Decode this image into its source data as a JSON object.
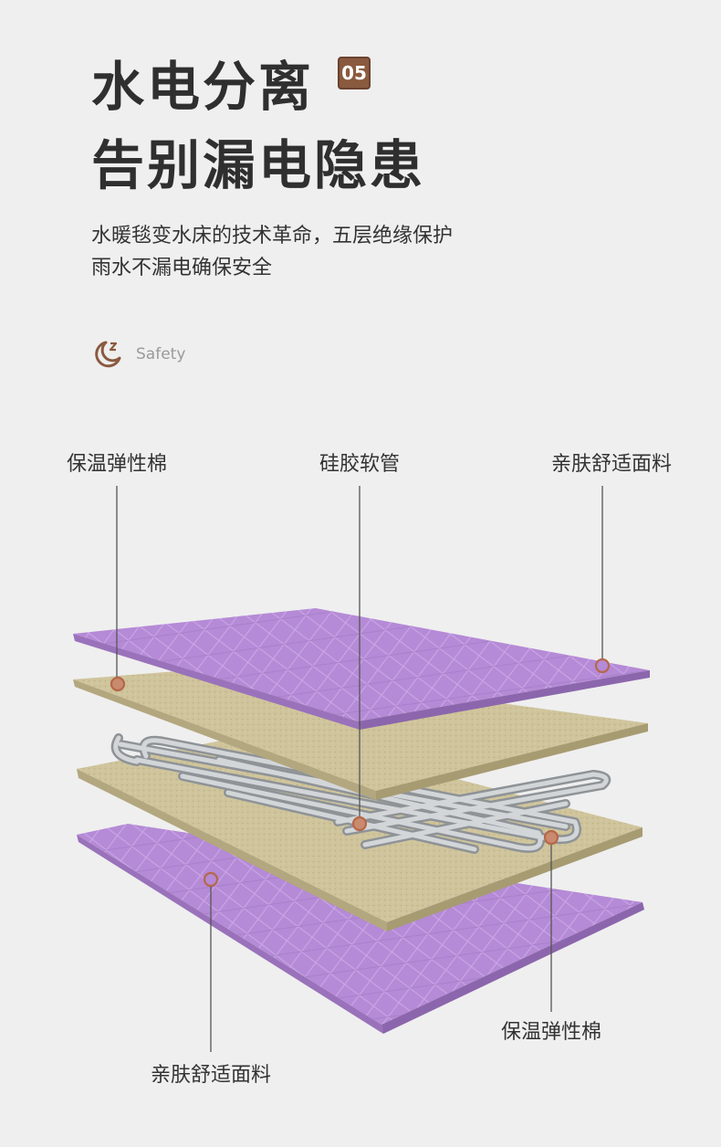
{
  "header": {
    "title_line1": "水电分离",
    "title_line2": "告别漏电隐患",
    "badge": "05",
    "desc_line1": "水暖毯变水床的技术革命，五层绝缘保护",
    "desc_line2": "雨水不漏电确保安全"
  },
  "safety": {
    "icon": "moon-sleep-icon",
    "label": "Safety"
  },
  "diagram": {
    "labels": {
      "top_left": "保温弹性棉",
      "top_center": "硅胶软管",
      "top_right": "亲肤舒适面料",
      "bottom_right": "保温弹性棉",
      "bottom_left": "亲肤舒适面料"
    },
    "colors": {
      "fabric": "#b58ad6",
      "cotton": "#cfc49c",
      "tube": "#b5b9bd",
      "marker": "#b5684a",
      "accent": "#8a5a3f"
    }
  }
}
